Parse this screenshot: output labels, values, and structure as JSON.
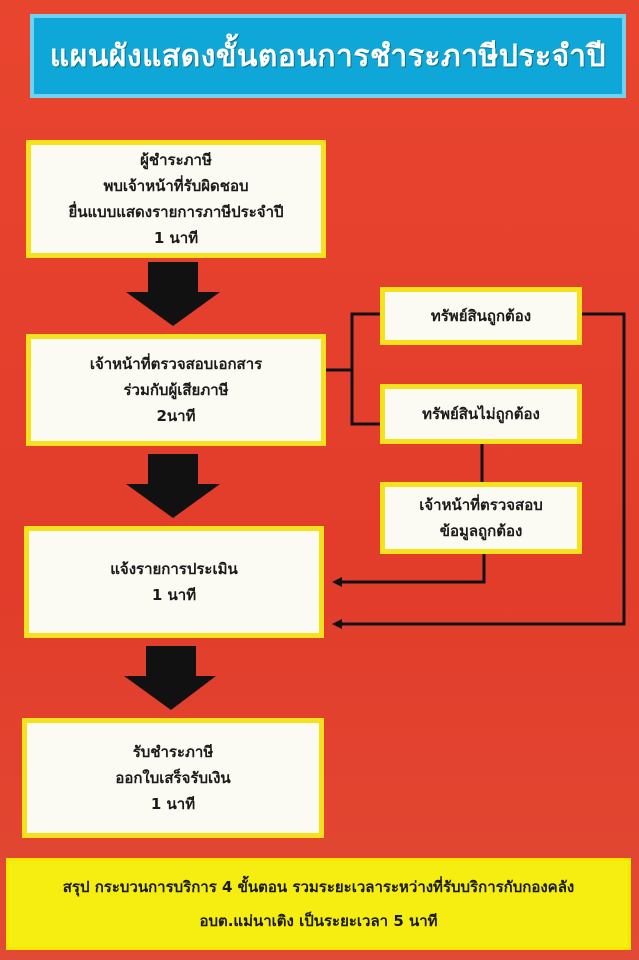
{
  "title": "แผนผังแสดงขั้นตอนการชำระภาษีประจำปี",
  "steps": [
    {
      "lines": [
        "ผู้ชำระภาษี",
        "พบเจ้าหน้าที่รับผิดชอบ",
        "ยื่นแบบแสดงรายการภาษีประจำปี",
        "1 นาที"
      ]
    },
    {
      "lines": [
        "เจ้าหน้าที่ตรวจสอบเอกสาร",
        "ร่วมกับผู้เสียภาษี",
        "2นาที"
      ]
    },
    {
      "lines": [
        "แจ้งรายการประเมิน",
        "1 นาที"
      ]
    },
    {
      "lines": [
        "รับชำระภาษี",
        "ออกใบเสร็จรับเงิน",
        "1 นาที"
      ]
    }
  ],
  "branches": {
    "correct": "ทรัพย์สินถูกต้อง",
    "incorrect": "ทรัพย์สินไม่ถูกต้อง",
    "verify": [
      "เจ้าหน้าที่ตรวจสอบ",
      "ข้อมูลถูกต้อง"
    ]
  },
  "summary": {
    "line1": "สรุป กระบวนการบริการ 4 ขั้นตอน รวมระยะเวลาระหว่างที่รับบริการกับกองคลัง",
    "line2": "อบต.แม่นาเติง เป็นระยะเวลา 5 นาที"
  },
  "colors": {
    "background": "#e8412f",
    "title_bar": "#0fa6d8",
    "box_border": "#f5e21c",
    "summary_bg": "#f6ee10",
    "arrow": "#111111"
  }
}
